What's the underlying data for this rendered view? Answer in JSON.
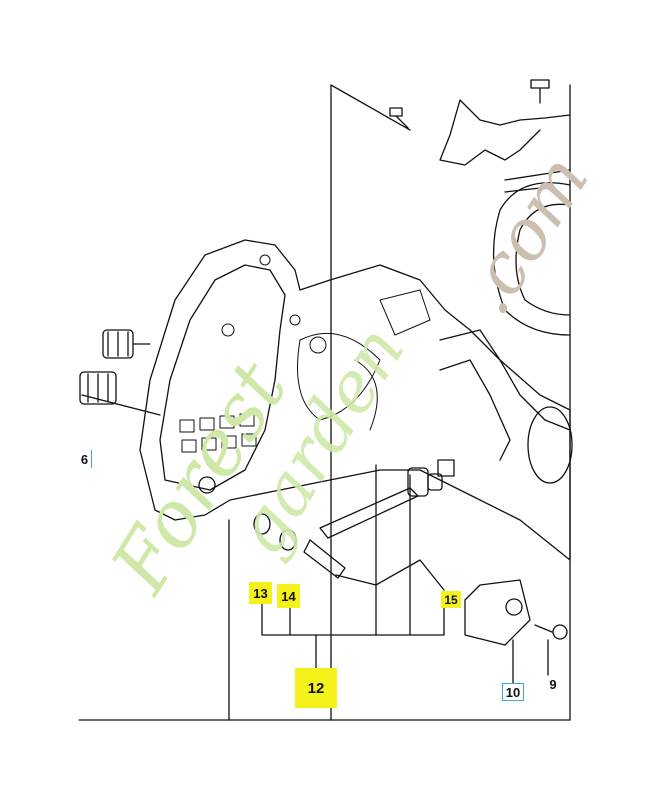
{
  "callouts": {
    "c6": "6",
    "c9": "9",
    "c10": "10",
    "c12": "12",
    "c13": "13",
    "c14": "14",
    "c15": "15"
  },
  "watermark": {
    "text_part1": "Forest",
    "text_part2": "garden",
    "text_part3": ".com"
  },
  "colors": {
    "highlight": "#f4f21a",
    "box_border": "#3fa7d6",
    "watermark_green": "#cfe8a8",
    "watermark_orange": "#f6c27a",
    "watermark_brown": "#cbbfb0"
  }
}
